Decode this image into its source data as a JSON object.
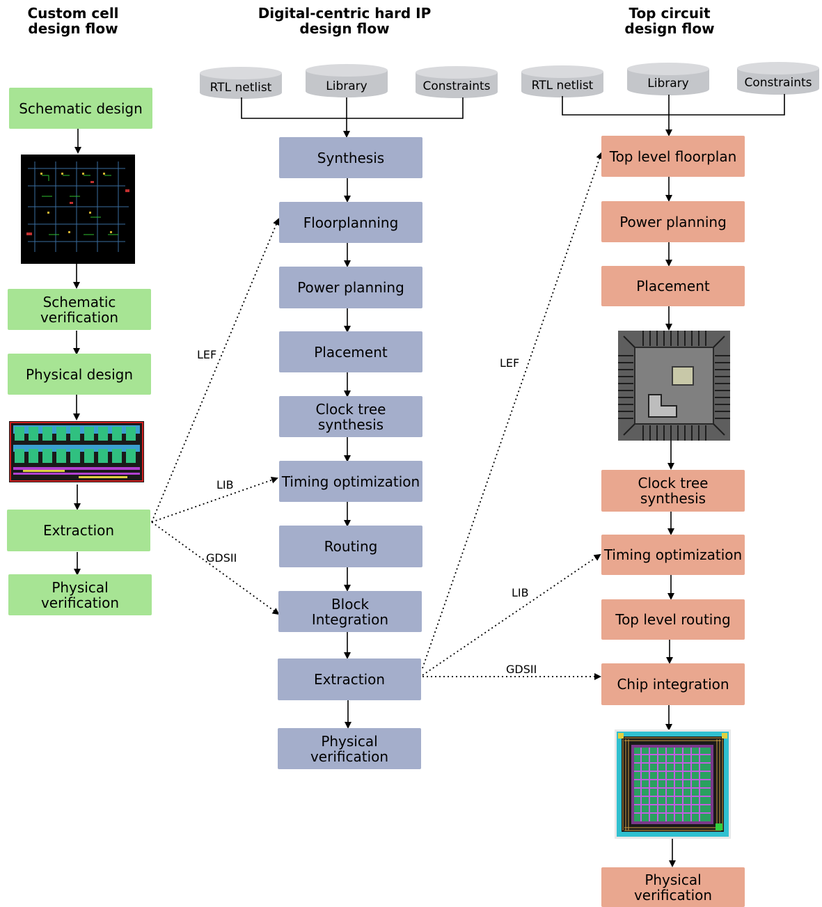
{
  "columns": {
    "custom": {
      "title": "Custom cell\ndesign flow",
      "steps": [
        "Schematic design",
        "Schematic\nverification",
        "Physical design",
        "Extraction",
        "Physical\nverification"
      ],
      "color": "#a7e494"
    },
    "digital": {
      "title": "Digital-centric hard IP\ndesign flow",
      "inputs": [
        "RTL netlist",
        "Library",
        "Constraints"
      ],
      "steps": [
        "Synthesis",
        "Floorplanning",
        "Power planning",
        "Placement",
        "Clock tree\nsynthesis",
        "Timing optimization",
        "Routing",
        "Block\nIntegration",
        "Extraction",
        "Physical\nverification"
      ],
      "color": "#a4aecb"
    },
    "top": {
      "title": "Top circuit\ndesign flow",
      "inputs": [
        "RTL netlist",
        "Library",
        "Constraints"
      ],
      "steps": [
        "Top level floorplan",
        "Power planning",
        "Placement",
        "Clock tree\nsynthesis",
        "Timing optimization",
        "Top level routing",
        "Chip integration",
        "Physical\nverification"
      ],
      "color": "#e9a78f"
    }
  },
  "links": {
    "custom_to_digital": [
      "LEF",
      "LIB",
      "GDSII"
    ],
    "digital_to_top": [
      "LEF",
      "LIB",
      "GDSII"
    ]
  },
  "images": [
    "schematic-image",
    "layout-image",
    "floorplan-image",
    "chip-image"
  ]
}
